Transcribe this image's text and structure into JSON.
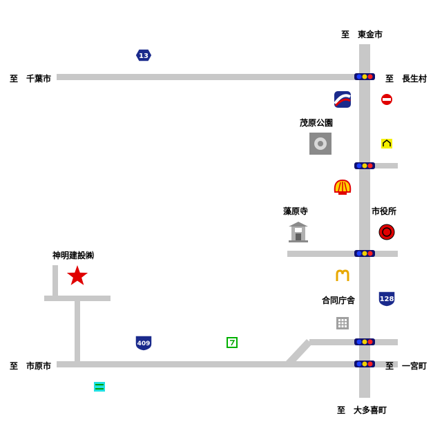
{
  "labels": {
    "north": "至　東金市",
    "chiba": "至　千葉市",
    "chousei": "至　長生村",
    "ichihara": "至　市原市",
    "ichinomiya": "至　一宮町",
    "south": "至　大多喜町",
    "park": "茂原公園",
    "temple": "藻原寺",
    "city_hall": "市役所",
    "gov_office": "合同庁舎",
    "company": "神明建設㈱"
  },
  "route_shields": {
    "r13": "13",
    "r128": "128",
    "r409": "409"
  },
  "icons": {
    "company": "red-star-icon",
    "park": "park-icon",
    "temple": "temple-icon",
    "city_hall": "city-hall-icon",
    "gov_office": "building-icon",
    "shell": "shell-gas-station-icon",
    "mcdonalds": "mcdonalds-icon",
    "seven_eleven": "seven-eleven-icon",
    "bank_top": "bank-icon",
    "bank_mid": "bank-icon",
    "traffic_light": "traffic-light-icon",
    "post_office": "post-office-icon",
    "family_mart": "convenience-store-icon"
  },
  "colors": {
    "road": "#c8c8c8",
    "route_shield": "#1a2a8c",
    "star": "#e00000",
    "mcdonalds": "#e8a800"
  }
}
